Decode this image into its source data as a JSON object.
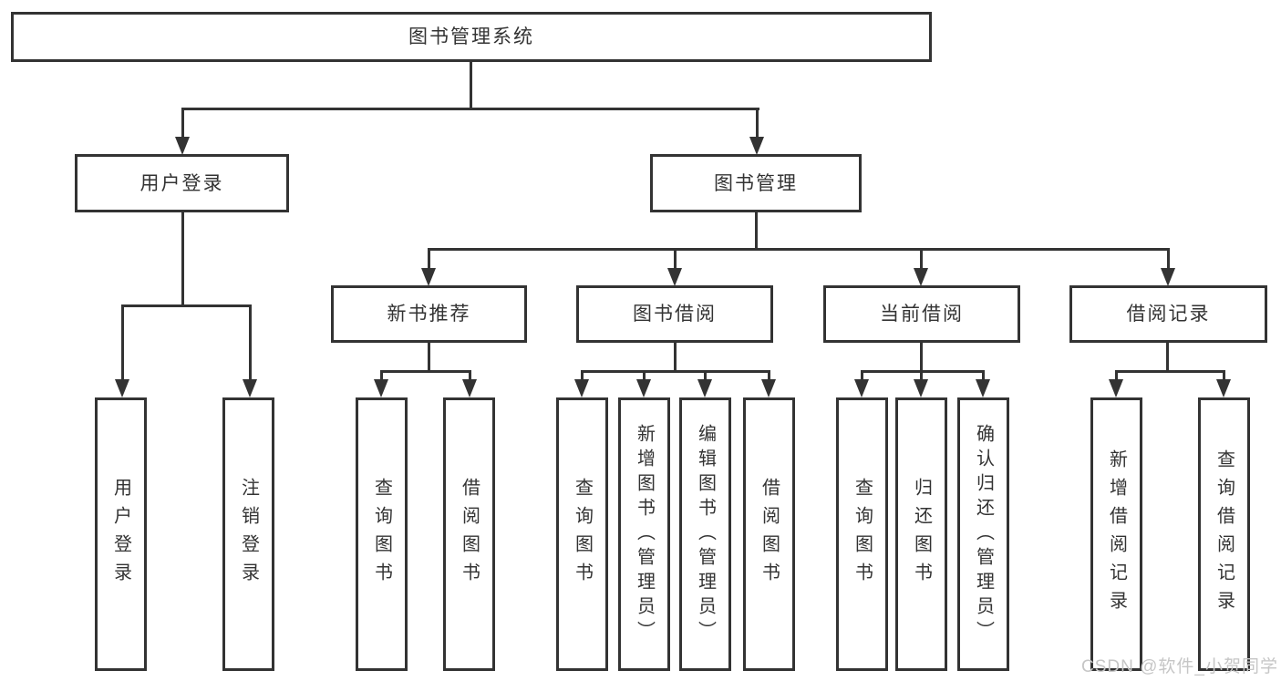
{
  "diagram": {
    "root": {
      "label": "图书管理系统"
    },
    "level1": [
      {
        "label": "用户登录"
      },
      {
        "label": "图书管理"
      }
    ],
    "level2": [
      {
        "label": "新书推荐"
      },
      {
        "label": "图书借阅"
      },
      {
        "label": "当前借阅"
      },
      {
        "label": "借阅记录"
      }
    ],
    "leaves": {
      "user_login": [
        {
          "label": "用户登录"
        },
        {
          "label": "注销登录"
        }
      ],
      "new_books": [
        {
          "label": "查询图书"
        },
        {
          "label": "借阅图书"
        }
      ],
      "book_borrow": [
        {
          "label": "查询图书"
        },
        {
          "label": "新增图书（管理员）"
        },
        {
          "label": "编辑图书（管理员）"
        },
        {
          "label": "借阅图书"
        }
      ],
      "current_borrow": [
        {
          "label": "查询图书"
        },
        {
          "label": "归还图书"
        },
        {
          "label": "确认归还（管理员）"
        }
      ],
      "borrow_records": [
        {
          "label": "新增借阅记录"
        },
        {
          "label": "查询借阅记录"
        }
      ]
    },
    "colors": {
      "line": "#333333",
      "text": "#333333",
      "box_background": "#ffffff",
      "watermark": "#c6c6c6"
    }
  },
  "watermark": {
    "text": "CSDN @软件_小贺同学"
  }
}
